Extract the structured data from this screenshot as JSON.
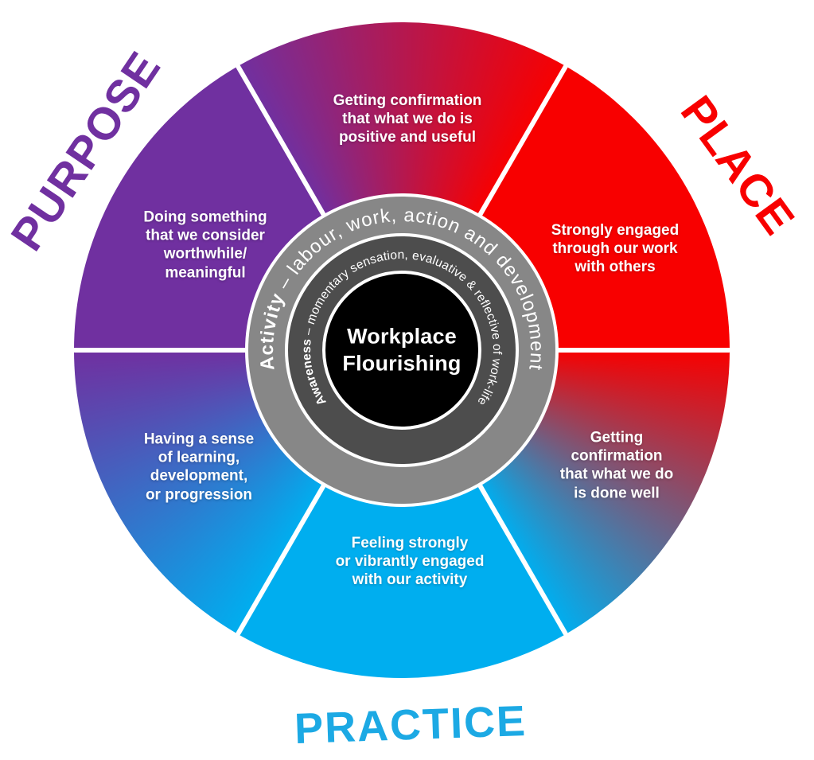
{
  "title": "Workplace Flourishing wheel diagram",
  "outer_labels": {
    "purpose": "PURPOSE",
    "place": "PLACE",
    "practice": "PRACTICE"
  },
  "segments": [
    {
      "name": "confirmation-positive",
      "text": "Getting confirmation\nthat what we do is\npositive and useful"
    },
    {
      "name": "engaged-with-others",
      "text": "Strongly engaged\nthrough our work\nwith others"
    },
    {
      "name": "confirmation-done-well",
      "text": "Getting\nconfirmation\nthat what we do\nis done well"
    },
    {
      "name": "engaged-with-activity",
      "text": "Feeling strongly\nor vibrantly engaged\nwith our activity"
    },
    {
      "name": "learning-progression",
      "text": "Having a sense\nof learning,\ndevelopment,\nor progression"
    },
    {
      "name": "worthwhile-meaningful",
      "text": "Doing something\nthat we consider\nworthwhile/\nmeaningful"
    }
  ],
  "rings": {
    "activity": {
      "term": "Activity",
      "rest": " – labour, work, action and development"
    },
    "awareness": {
      "term": "Awareness",
      "rest": " – momentary sensation, evaluative & reflective of work-life"
    }
  },
  "center": {
    "title": "Workplace\nFlourishing"
  },
  "colors": {
    "purple": "#7030A0",
    "red": "#F80000",
    "blue": "#00AEEF",
    "practice_label_blue": "#1CA9E4",
    "ring_outer_gray": "#878787",
    "ring_inner_gray": "#4D4D4D",
    "center_black": "#000000",
    "text_white": "#FFFFFF",
    "background": "#FFFFFF"
  }
}
